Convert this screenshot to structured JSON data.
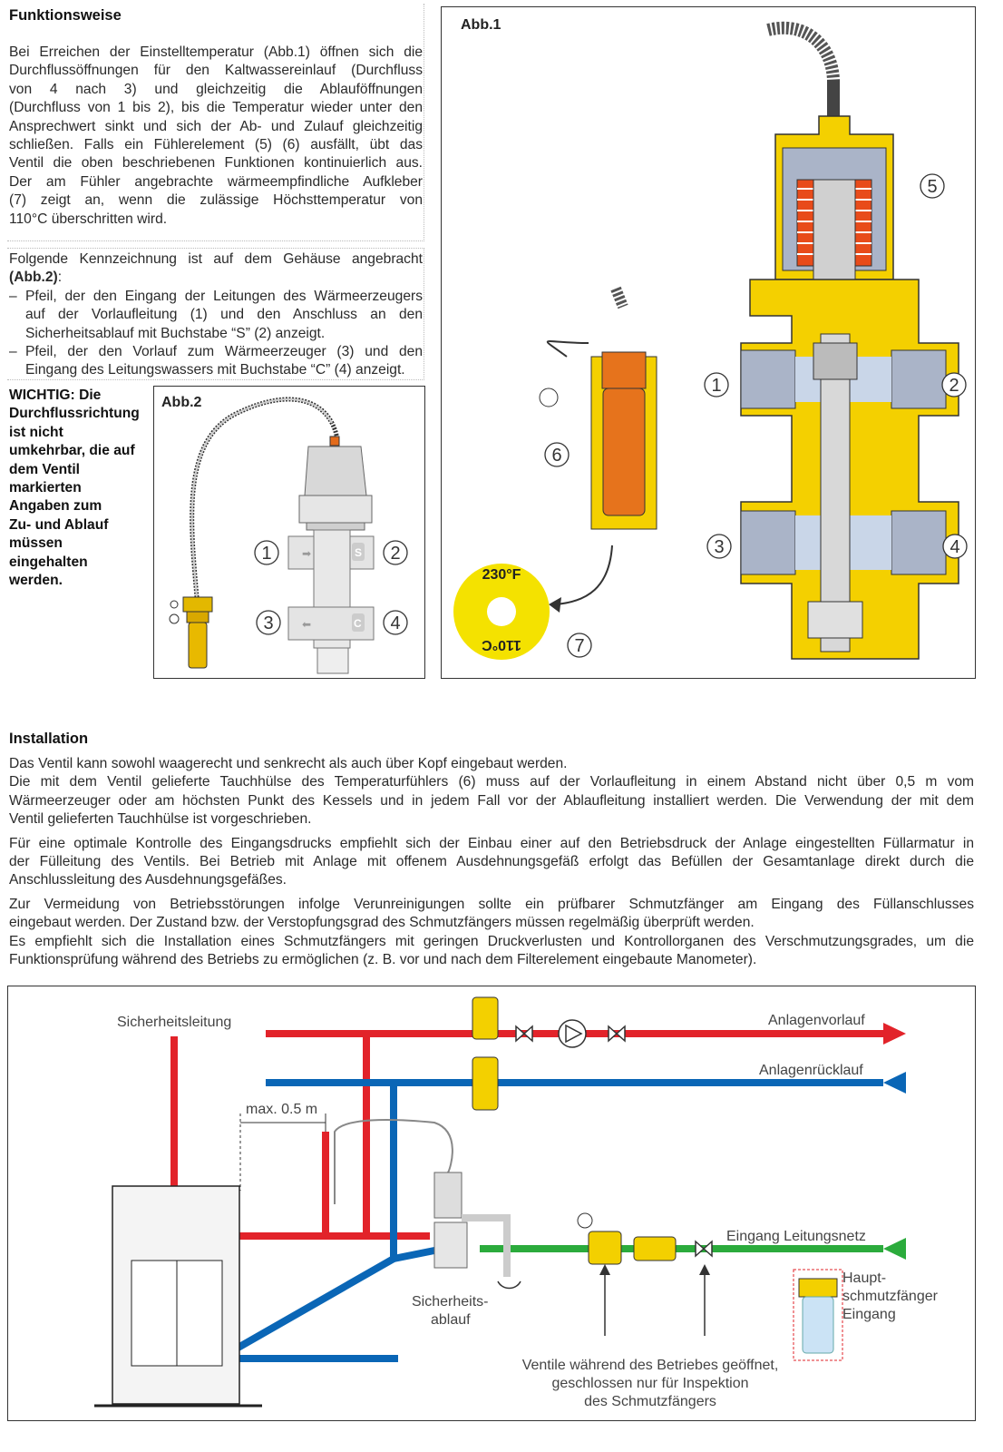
{
  "funktion": {
    "heading": "Funktionsweise",
    "lines": [
      "Bei Erreichen der Einstelltemperatur (Abb.1) öffnen sich die",
      "Durchflussöffnungen für den Kaltwassereinlauf (Durchfluss",
      "von 4 nach 3) und gleichzeitig die Ablauföffnungen",
      "(Durchfluss von 1 bis 2), bis die Temperatur wieder unter den",
      "Ansprechwert sinkt und sich der Ab- und Zulauf gleichzeitig",
      "schließen. Falls ein Fühlerelement (5) (6) ausfällt, übt das",
      "Ventil die oben beschriebenen Funktionen kontinuierlich aus.",
      "Der am Fühler angebrachte wärmeempfindliche Aufkleber",
      "(7) zeigt an, wenn die zulässige Höchsttemperatur von",
      "110°C überschritten wird."
    ]
  },
  "kennzeichnung": {
    "intro": "Folgende Kennzeichnung ist auf dem Gehäuse angebracht",
    "intro_ref": "(Abb.2)",
    "intro_colon": ":",
    "dash": "–",
    "items": [
      [
        "Pfeil, der den Eingang der Leitungen des Wärmeerzeugers",
        "auf der Vorlaufleitung (1) und den Anschluss an den",
        "Sicherheitsablauf mit Buchstabe “S” (2) anzeigt."
      ],
      [
        "Pfeil, der den Vorlauf zum Wärmeerzeuger (3) und den",
        "Eingang des Leitungswassers mit Buchstabe “C” (4) anzeigt."
      ]
    ]
  },
  "wichtig": {
    "lines": [
      "WICHTIG: Die",
      "Durchflussrichtung",
      "ist nicht",
      "umkehrbar, die auf",
      "dem Ventil",
      "markierten",
      "Angaben zum",
      "Zu- und Ablauf",
      "müssen",
      "eingehalten",
      "werden."
    ]
  },
  "abb2": {
    "label": "Abb.2",
    "numbers": [
      "1",
      "2",
      "3",
      "4"
    ],
    "marks": {
      "s": "S",
      "c": "C"
    }
  },
  "abb1": {
    "label": "Abb.1",
    "numbers": [
      "1",
      "2",
      "3",
      "4",
      "5",
      "6",
      "7"
    ],
    "sticker_top": "230°F",
    "sticker_bottom": "110°C"
  },
  "installation": {
    "heading": "Installation",
    "p1": [
      "Das Ventil kann sowohl waagerecht und senkrecht als auch über Kopf eingebaut werden.",
      "Die mit dem Ventil gelieferte Tauchhülse des Temperaturfühlers (6) muss auf der Vorlaufleitung in einem Abstand nicht über 0,5 m vom",
      "Wärmeerzeuger oder am höchsten Punkt des Kessels und in jedem Fall vor der Ablaufleitung installiert werden. Die Verwendung der mit dem",
      "Ventil gelieferten Tauchhülse ist vorgeschrieben."
    ],
    "p2": [
      "Für eine optimale Kontrolle des Eingangsdrucks empfiehlt sich der Einbau einer auf den Betriebsdruck der Anlage eingestellten Füllarmatur in",
      "der Fülleitung des Ventils. Bei Betrieb mit Anlage mit offenem Ausdehnungsgefäß erfolgt das Befüllen der Gesamtanlage direkt durch die",
      "Anschlussleitung des Ausdehnungsgefäßes."
    ],
    "p3": [
      "Zur Vermeidung von Betriebsstörungen infolge Verunreinigungen sollte ein prüfbarer Schmutzfänger am Eingang des Füllanschlusses",
      "eingebaut werden. Der Zustand bzw. der Verstopfungsgrad des Schmutzfängers müssen regelmäßig überprüft werden.",
      "Es empfiehlt sich die Installation eines Schmutzfängers mit geringen Druckverlusten und Kontrollorganen des Verschmutzungsgrades, um die",
      "Funktionsprüfung während des Betriebs zu ermöglichen (z. B. vor und nach dem Filterelement eingebaute Manometer)."
    ]
  },
  "schema": {
    "sicherheitsleitung": "Sicherheitsleitung",
    "anlagenvorlauf": "Anlagenvorlauf",
    "anlagenruecklauf": "Anlagenrücklauf",
    "max": "max. 0.5 m",
    "eingang": "Eingang Leitungsnetz",
    "sicherheitsablauf": [
      "Sicherheits-",
      "ablauf"
    ],
    "haupt": [
      "Haupt-",
      "schmutzfänger",
      "Eingang"
    ],
    "ventile": [
      "Ventile während des Betriebes geöffnet,",
      "geschlossen nur für Inspektion",
      "des Schmutzfängers"
    ],
    "colors": {
      "red": "#e2232a",
      "blue": "#0a66b6",
      "green": "#2bab3c",
      "yellow": "#f3d000"
    }
  }
}
